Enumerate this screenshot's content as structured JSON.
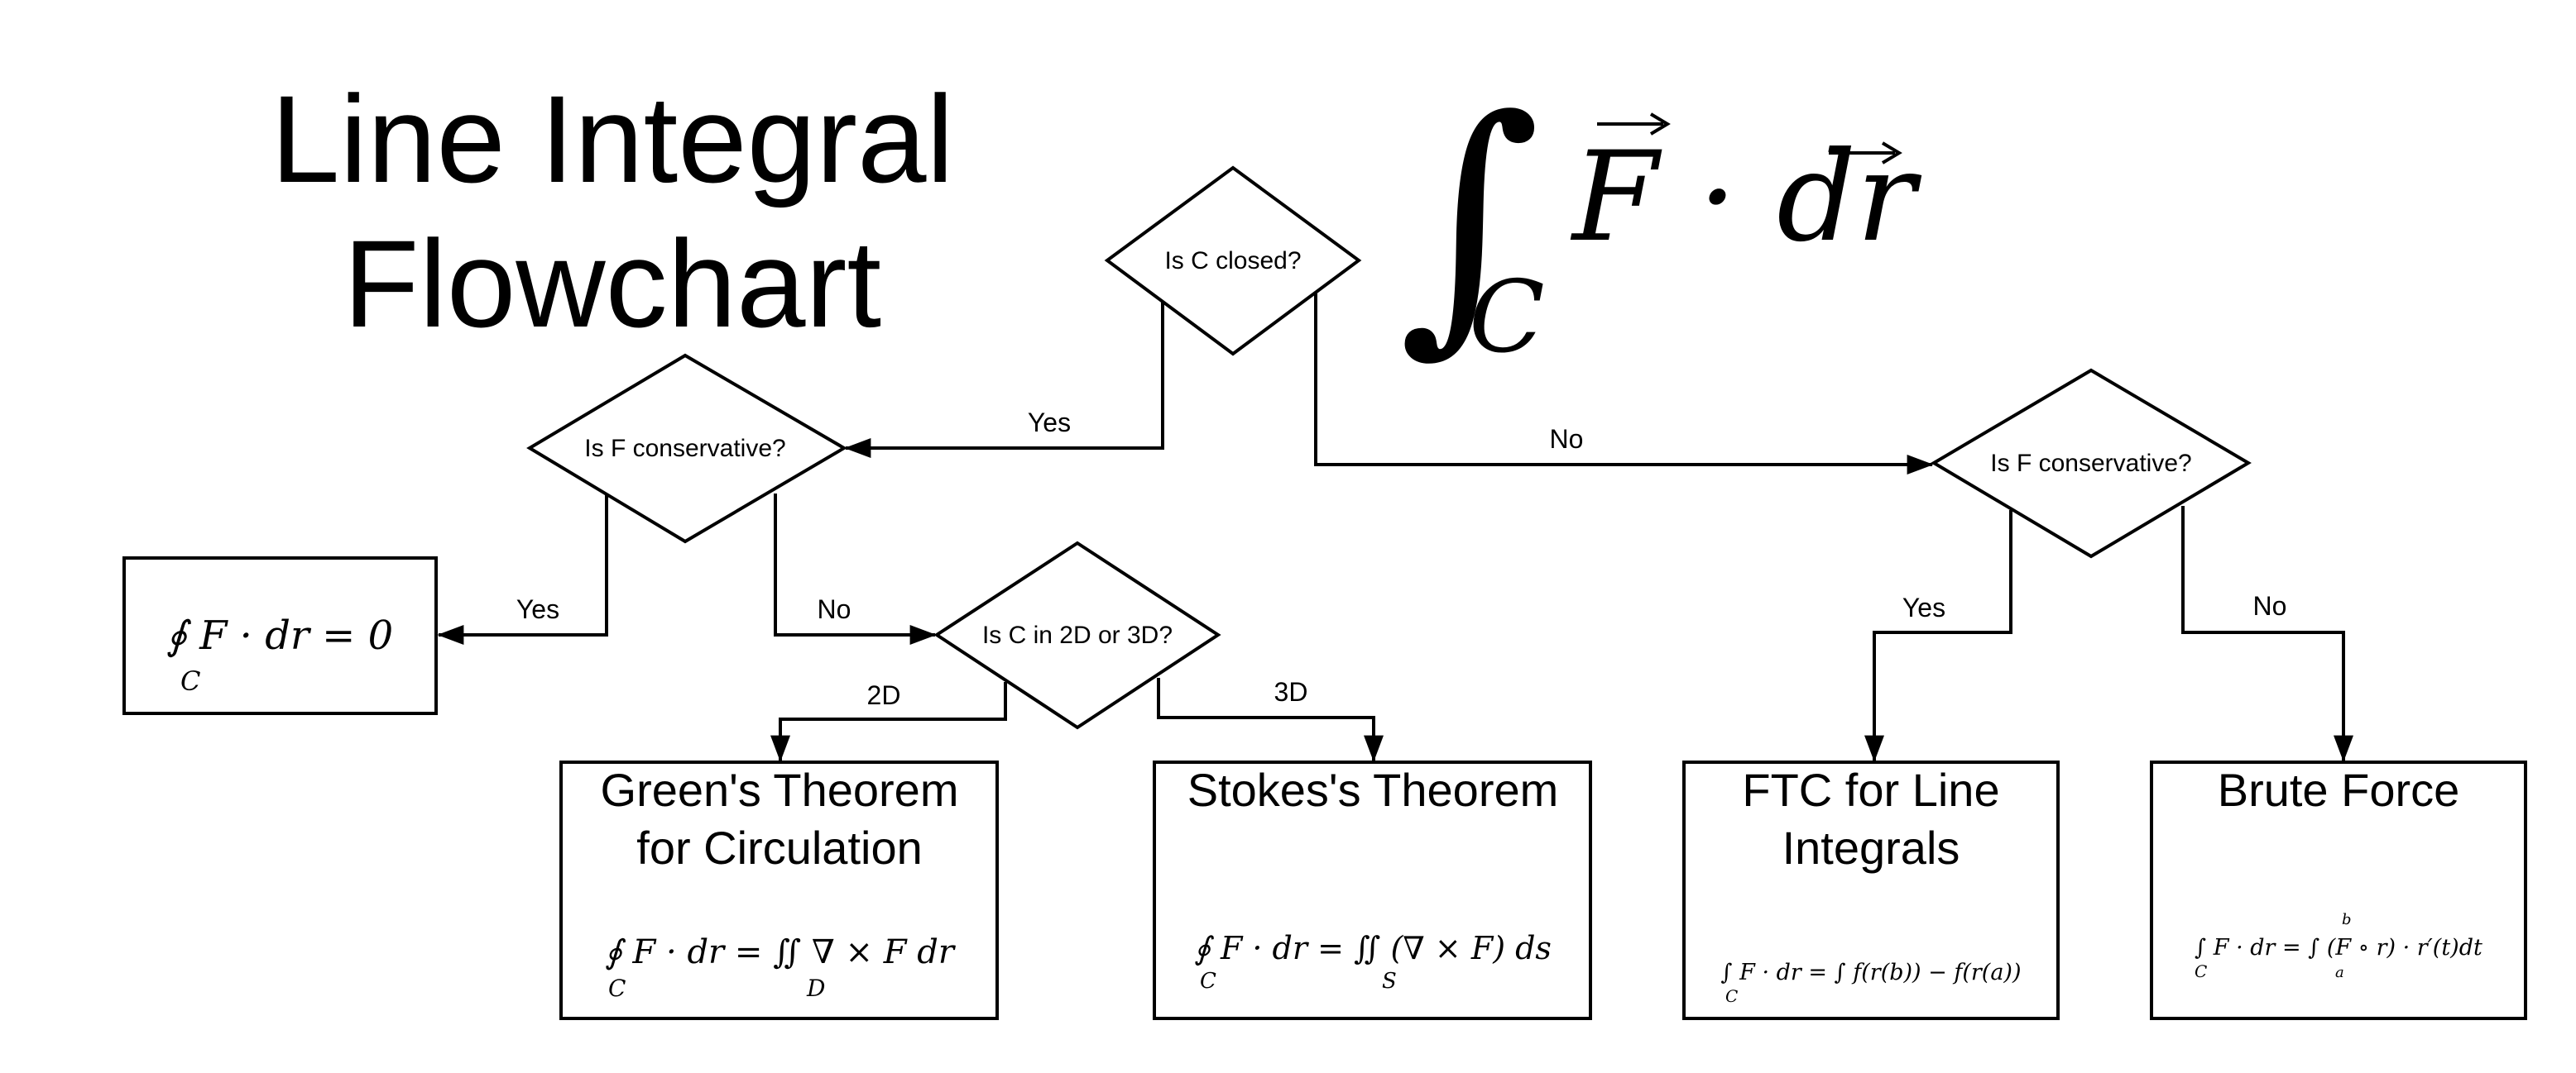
{
  "title": {
    "line1": "Line Integral",
    "line2": "Flowchart"
  },
  "header_formula": {
    "integral": "∫",
    "subscript": "C",
    "body": "F · dr"
  },
  "decisions": {
    "closed": "Is C closed?",
    "conservative_closed": "Is F conservative?",
    "conservative_open": "Is F conservative?",
    "dimension": "Is C in 2D or 3D?"
  },
  "edges": {
    "closed_yes": "Yes",
    "closed_no": "No",
    "cons_closed_yes": "Yes",
    "cons_closed_no": "No",
    "dim_2d": "2D",
    "dim_3d": "3D",
    "cons_open_yes": "Yes",
    "cons_open_no": "No"
  },
  "results": {
    "zero": {
      "formula": "∮ F · dr = 0",
      "subscript": "C"
    },
    "greens": {
      "title_line1": "Green's Theorem",
      "title_line2": "for Circulation",
      "formula": "∮ F · dr = ∬ ∇ × F dr",
      "sub_left": "C",
      "sub_right": "D"
    },
    "stokes": {
      "title_line1": "Stokes's Theorem",
      "formula": "∮ F · dr = ∬ (∇ × F) ds",
      "sub_left": "C",
      "sub_right": "S"
    },
    "ftc": {
      "title_line1": "FTC for Line",
      "title_line2": "Integrals",
      "formula": "∫ F · dr = ∫ f(r(b)) − f(r(a))",
      "sub_left": "C"
    },
    "brute": {
      "title_line1": "Brute Force",
      "formula": "∫ F · dr = ∫ (F ∘ r) · r′(t)dt",
      "sub_left": "C",
      "lower_limit": "a",
      "upper_limit": "b"
    }
  }
}
